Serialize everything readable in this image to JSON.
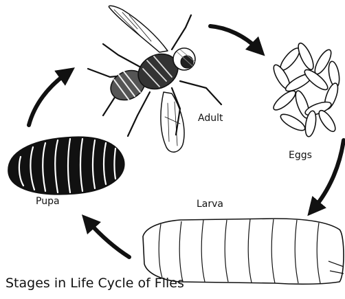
{
  "labels": {
    "adult": "Adult",
    "eggs": "Eggs",
    "pupa": "Pupa",
    "larva": "Larva"
  },
  "caption": "Stages in Life Cycle of Flies",
  "colors": {
    "ink": "#111111",
    "background": "#ffffff"
  },
  "icons": [
    "adult-fly-icon",
    "eggs-cluster-icon",
    "larva-icon",
    "pupa-icon",
    "cycle-arrow-icon"
  ]
}
